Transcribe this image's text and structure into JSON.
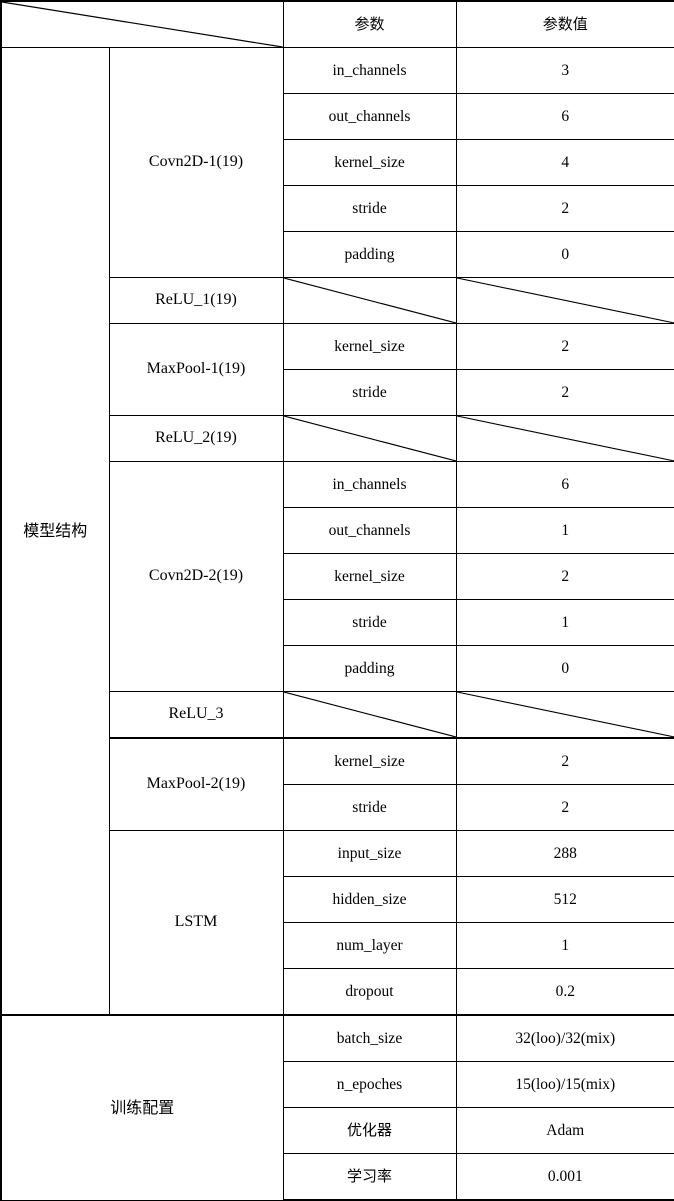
{
  "table": {
    "headers": {
      "corner": "",
      "param": "参数",
      "value": "参数值"
    },
    "sections": [
      {
        "name": "模型结构",
        "groups": [
          {
            "layer": "Covn2D-1(19)",
            "rows": [
              {
                "param": "in_channels",
                "value": "3"
              },
              {
                "param": "out_channels",
                "value": "6"
              },
              {
                "param": "kernel_size",
                "value": "4"
              },
              {
                "param": "stride",
                "value": "2"
              },
              {
                "param": "padding",
                "value": "0"
              }
            ]
          },
          {
            "layer": "ReLU_1(19)",
            "rows": [
              {
                "param": "",
                "value": "",
                "slash": true
              }
            ]
          },
          {
            "layer": "MaxPool-1(19)",
            "rows": [
              {
                "param": "kernel_size",
                "value": "2"
              },
              {
                "param": "stride",
                "value": "2"
              }
            ]
          },
          {
            "layer": "ReLU_2(19)",
            "rows": [
              {
                "param": "",
                "value": "",
                "slash": true
              }
            ]
          },
          {
            "layer": "Covn2D-2(19)",
            "rows": [
              {
                "param": "in_channels",
                "value": "6"
              },
              {
                "param": "out_channels",
                "value": "1"
              },
              {
                "param": "kernel_size",
                "value": "2"
              },
              {
                "param": "stride",
                "value": "1"
              },
              {
                "param": "padding",
                "value": "0"
              }
            ]
          },
          {
            "layer": "ReLU_3",
            "rows": [
              {
                "param": "",
                "value": "",
                "slash": true
              }
            ]
          },
          {
            "layer": "MaxPool-2(19)",
            "rows": [
              {
                "param": "kernel_size",
                "value": "2"
              },
              {
                "param": "stride",
                "value": "2"
              }
            ]
          },
          {
            "layer": "LSTM",
            "rows": [
              {
                "param": "input_size",
                "value": "288"
              },
              {
                "param": "hidden_size",
                "value": "512"
              },
              {
                "param": "num_layer",
                "value": "1"
              },
              {
                "param": "dropout",
                "value": "0.2"
              }
            ]
          }
        ]
      },
      {
        "name": "训练配置",
        "groups": [
          {
            "layer": "",
            "rows": [
              {
                "param": "batch_size",
                "value": "32(loo)/32(mix)"
              },
              {
                "param": "n_epoches",
                "value": "15(loo)/15(mix)"
              },
              {
                "param": "优化器",
                "value": "Adam"
              },
              {
                "param": "学习率",
                "value": "0.001"
              }
            ]
          }
        ]
      }
    ]
  }
}
